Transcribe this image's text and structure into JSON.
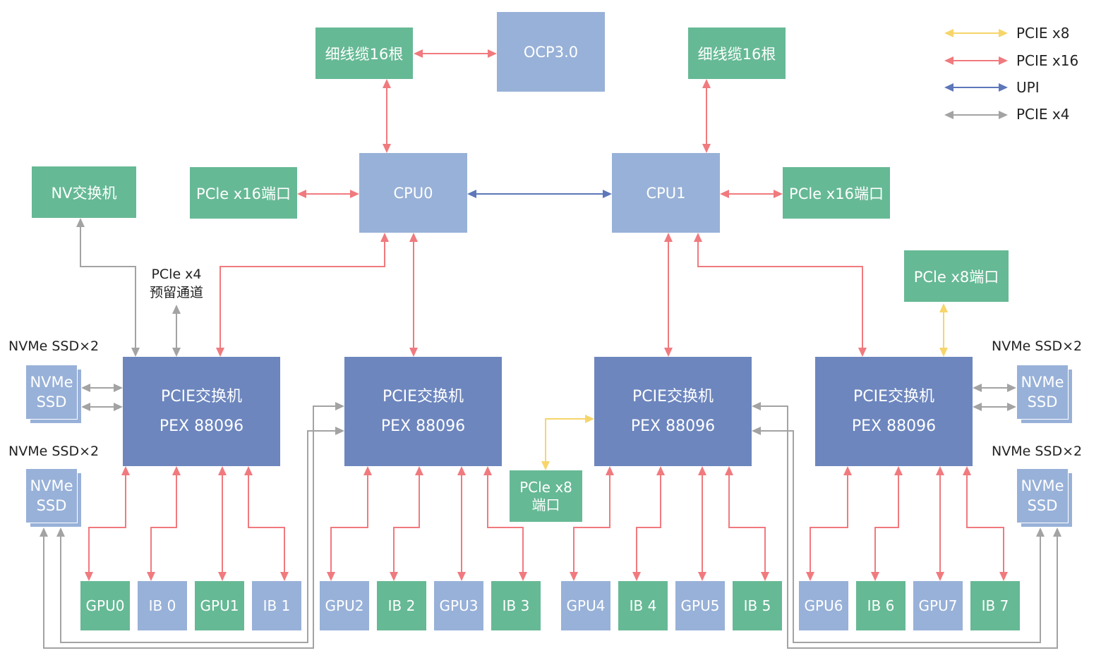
{
  "colors": {
    "pcie_x8": "#f7d56b",
    "pcie_x16": "#f07a7e",
    "upi": "#5d77b8",
    "pcie_x4": "#a3a3a3",
    "green_box": "#66b995",
    "light_blue_box": "#98b1d8",
    "switch_box": "#6d86be"
  },
  "legend": [
    {
      "label": "PCIE x8",
      "color": "#f7d56b"
    },
    {
      "label": "PCIE x16",
      "color": "#f07a7e"
    },
    {
      "label": "UPI",
      "color": "#5d77b8"
    },
    {
      "label": "PCIE x4",
      "color": "#a3a3a3"
    }
  ],
  "top": {
    "cable_left": "细线缆16根",
    "ocp": "OCP3.0",
    "cable_right": "细线缆16根"
  },
  "cpu": {
    "cpu0": "CPU0",
    "cpu1": "CPU1",
    "port_left": "PCle x16端口",
    "port_right": "PCle x16端口"
  },
  "nv_switch": "NV交换机",
  "reserved": {
    "line1": "PCle x4",
    "line2": "预留通道"
  },
  "x8_port_right": "PCle x8端口",
  "x8_port_mid": {
    "line1": "PCle x8",
    "line2": "端口"
  },
  "switches": [
    {
      "line1": "PCIE交换机",
      "line2": "PEX 88096"
    },
    {
      "line1": "PCIE交换机",
      "line2": "PEX 88096"
    },
    {
      "line1": "PCIE交换机",
      "line2": "PEX 88096"
    },
    {
      "line1": "PCIE交换机",
      "line2": "PEX 88096"
    }
  ],
  "nvme_caption": "NVMe SSD×2",
  "ssd": {
    "line1": "NVMe",
    "line2": "SSD"
  },
  "devices": [
    "GPU0",
    "IB 0",
    "GPU1",
    "IB 1",
    "GPU2",
    "IB 2",
    "GPU3",
    "IB 3",
    "GPU4",
    "IB 4",
    "GPU5",
    "IB 5",
    "GPU6",
    "IB 6",
    "GPU7",
    "IB 7"
  ]
}
